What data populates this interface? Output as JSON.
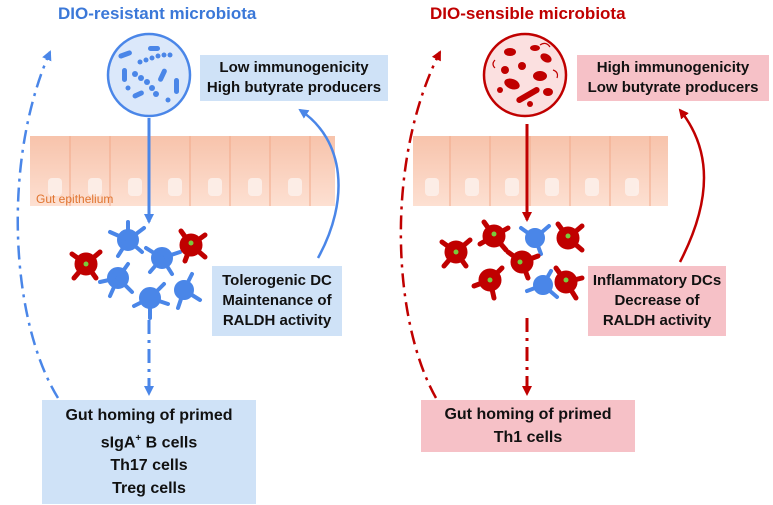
{
  "left": {
    "title": "DIO-resistant microbiota",
    "top_box": [
      "Low immunogenicity",
      "High butyrate producers"
    ],
    "dc_box": [
      "Tolerogenic DC",
      "Maintenance of",
      "RALDH activity"
    ],
    "bottom_box": {
      "line1": "Gut homing of primed",
      "line2_main": "sIgA",
      "line2_sup": "+",
      "line2_rest": " B cells",
      "line3": "Th17 cells",
      "line4": "Treg cells"
    }
  },
  "right": {
    "title": "DIO-sensible microbiota",
    "top_box": [
      "High immunogenicity",
      "Low butyrate producers"
    ],
    "dc_box": [
      "Inflammatory DCs",
      "Decrease of",
      "RALDH activity"
    ],
    "bottom_box": [
      "Gut homing of primed",
      "Th1 cells"
    ]
  },
  "gut_label": "Gut epithelium",
  "colors": {
    "blue": "#4a86e8",
    "blue_title": "#3b78d8",
    "red": "#c00000",
    "red_dark": "#b71c1c",
    "blue_box": "#cfe2f7",
    "pink_box": "#f6c1c7",
    "epithelium": "#fbd2bf",
    "epithelium_label": "#e0742f"
  }
}
